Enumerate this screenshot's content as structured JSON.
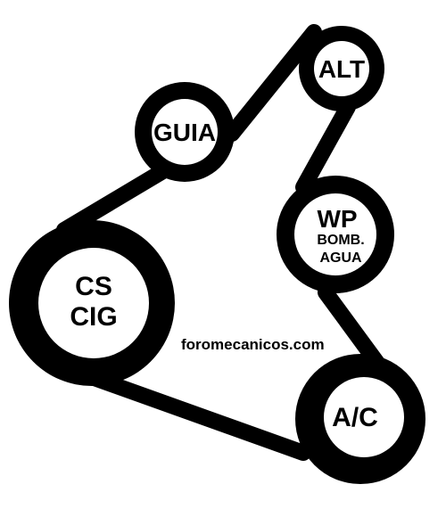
{
  "pulleys": {
    "crank": {
      "line1": "CS",
      "line2": "CIG"
    },
    "idler": {
      "label": "GUIA"
    },
    "alternator": {
      "label": "ALT"
    },
    "water_pump": {
      "line1": "WP",
      "line2": "BOMB.",
      "line3": "AGUA"
    },
    "ac": {
      "label": "A/C"
    }
  },
  "watermark": "foromecanicos.com",
  "colors": {
    "belt": "#000000",
    "pulley_face": "#ffffff",
    "background": "#ffffff"
  }
}
